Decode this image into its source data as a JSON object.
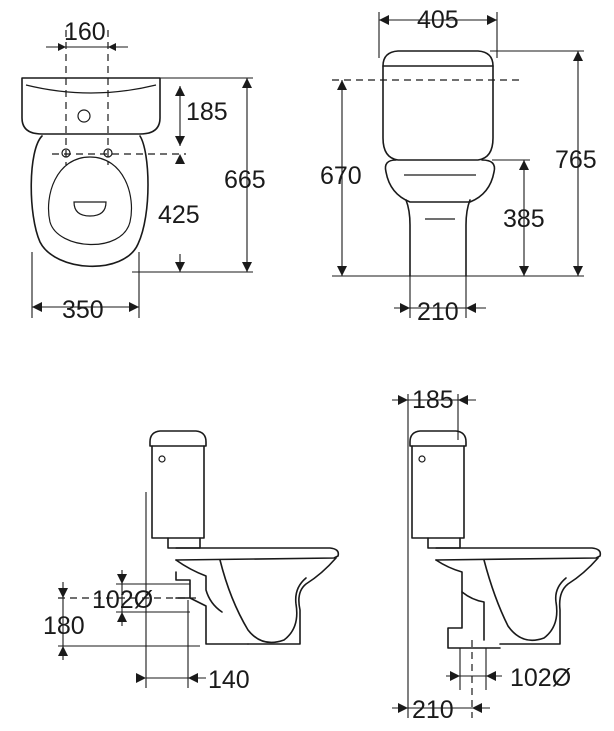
{
  "drawing": {
    "line_color": "#1a1a1a",
    "background": "#ffffff",
    "views": {
      "top": {
        "width_160": "160",
        "height_185": "185",
        "height_665": "665",
        "height_425": "425",
        "width_350": "350"
      },
      "front": {
        "width_405": "405",
        "height_670": "670",
        "height_765": "765",
        "height_385": "385",
        "width_210": "210"
      },
      "side_p_trap": {
        "diameter_102": "102Ø",
        "height_180": "180",
        "width_140": "140"
      },
      "side_s_trap": {
        "width_185": "185",
        "diameter_102": "102Ø",
        "width_210": "210"
      }
    }
  }
}
